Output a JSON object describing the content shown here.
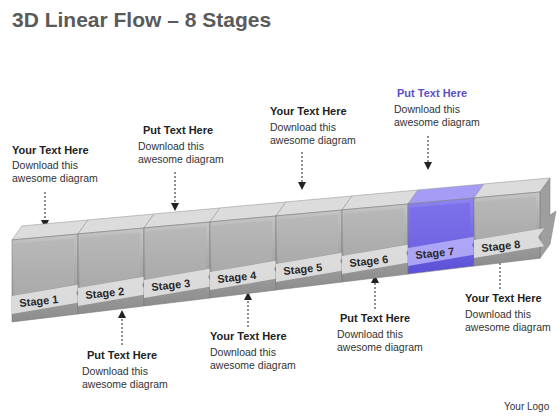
{
  "diagram": {
    "title": "3D Linear Flow – 8 Stages",
    "nodes": [
      {
        "text": [
          "Stage 1"
        ]
      },
      {
        "text": [
          "Stage 2"
        ]
      },
      {
        "text": [
          "Stage 3"
        ]
      },
      {
        "text": [
          "Stage 4"
        ]
      },
      {
        "text": [
          "Stage 5"
        ]
      },
      {
        "text": [
          "Stage 6"
        ]
      },
      {
        "text": [
          "Stage 7"
        ]
      },
      {
        "text": [
          "Stage 8"
        ]
      }
    ],
    "labels": [
      "Your Text Here",
      "Download this awesome diagram",
      "Put Text Here",
      "Download this awesome diagram",
      "Your Text Here",
      "Download this awesome diagram",
      "Put Text Here",
      "Download this awesome diagram",
      "Put Text Here",
      "Download this awesome diagram",
      "Your Text Here",
      "Download this awesome diagram",
      "Put Text Here",
      "Download this awesome diagram",
      "Your Text Here",
      "Download this awesome diagram",
      "Your Logo"
    ]
  }
}
